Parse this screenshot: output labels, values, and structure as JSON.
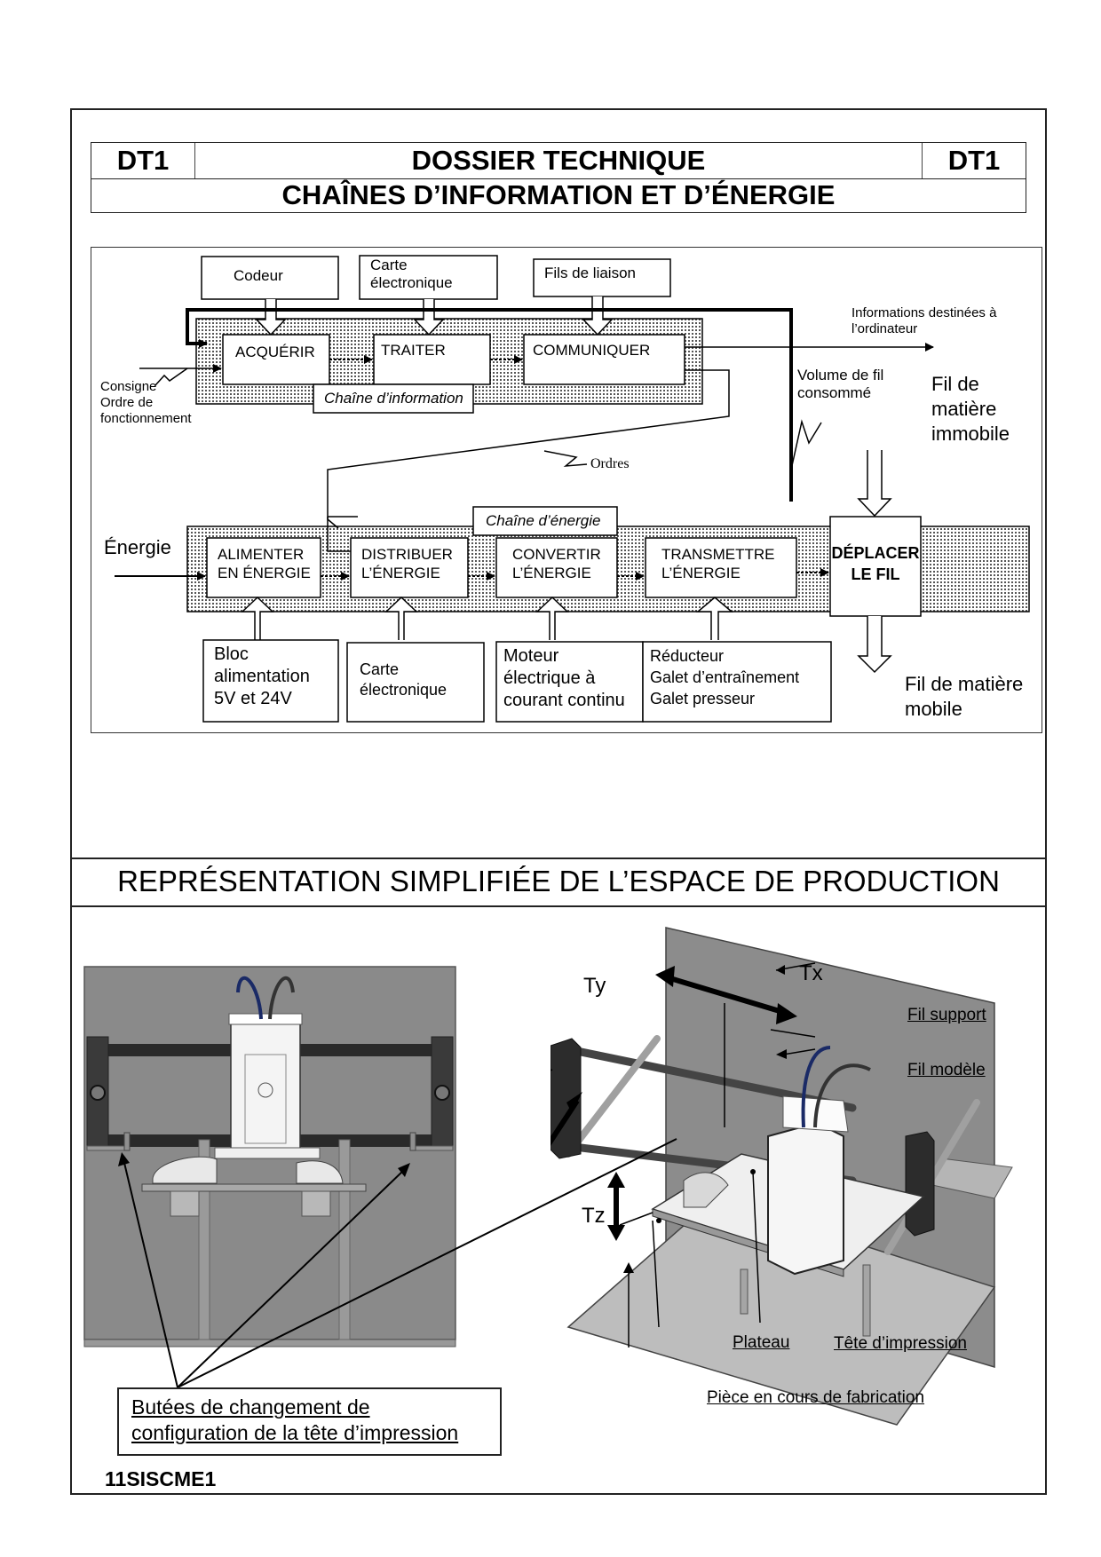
{
  "header": {
    "code_left": "DT1",
    "title": "DOSSIER TECHNIQUE",
    "code_right": "DT1",
    "subtitle": "CHAÎNES D’INFORMATION ET D’ÉNERGIE"
  },
  "info_chain": {
    "label": "Chaîne d’information",
    "components": [
      "Codeur",
      "Carte électronique",
      "Fils de liaison"
    ],
    "component_lines": [
      [
        "Codeur"
      ],
      [
        "Carte",
        "électronique"
      ],
      [
        "Fils de liaison"
      ]
    ],
    "functions": [
      "ACQUÉRIR",
      "TRAITER",
      "COMMUNIQUER"
    ],
    "input_label": [
      "Consigne",
      "Ordre de",
      "fonctionnement"
    ],
    "output_label": [
      "Informations destinées à",
      "l’ordinateur"
    ],
    "orders_label": "Ordres",
    "feedback_label": [
      "Volume de fil",
      "consommé"
    ]
  },
  "energy_chain": {
    "label": "Chaîne d’énergie",
    "input_label": "Énergie",
    "functions": [
      [
        "ALIMENTER",
        "EN ÉNERGIE"
      ],
      [
        "DISTRIBUER",
        "L’ÉNERGIE"
      ],
      [
        "CONVERTIR",
        "L’ÉNERGIE"
      ],
      [
        "TRANSMETTRE",
        "L’ÉNERGIE"
      ]
    ],
    "components": [
      [
        "Bloc",
        "alimentation",
        "5V et 24V"
      ],
      [
        "Carte",
        "électronique"
      ],
      [
        "Moteur",
        "électrique à",
        "courant continu"
      ],
      [
        "Réducteur",
        "Galet d’entraînement",
        "Galet presseur"
      ]
    ],
    "action": [
      "DÉPLACER",
      "LE FIL"
    ],
    "matter_in": [
      "Fil de",
      "matière",
      "immobile"
    ],
    "matter_out": [
      "Fil de matière",
      "mobile"
    ]
  },
  "production": {
    "title": "REPRÉSENTATION SIMPLIFIÉE DE L’ESPACE DE PRODUCTION",
    "axes": [
      "Tx",
      "Ty",
      "Tz"
    ],
    "labels": {
      "fil_support": "Fil support",
      "fil_modele": "Fil modèle",
      "plateau": "Plateau",
      "tete": "Tête d’impression",
      "piece": "Pièce en cours de fabrication"
    },
    "callout": [
      "Butées de changement de",
      "configuration de la tête d’impression"
    ]
  },
  "footer": {
    "code": "11SISCME1"
  }
}
